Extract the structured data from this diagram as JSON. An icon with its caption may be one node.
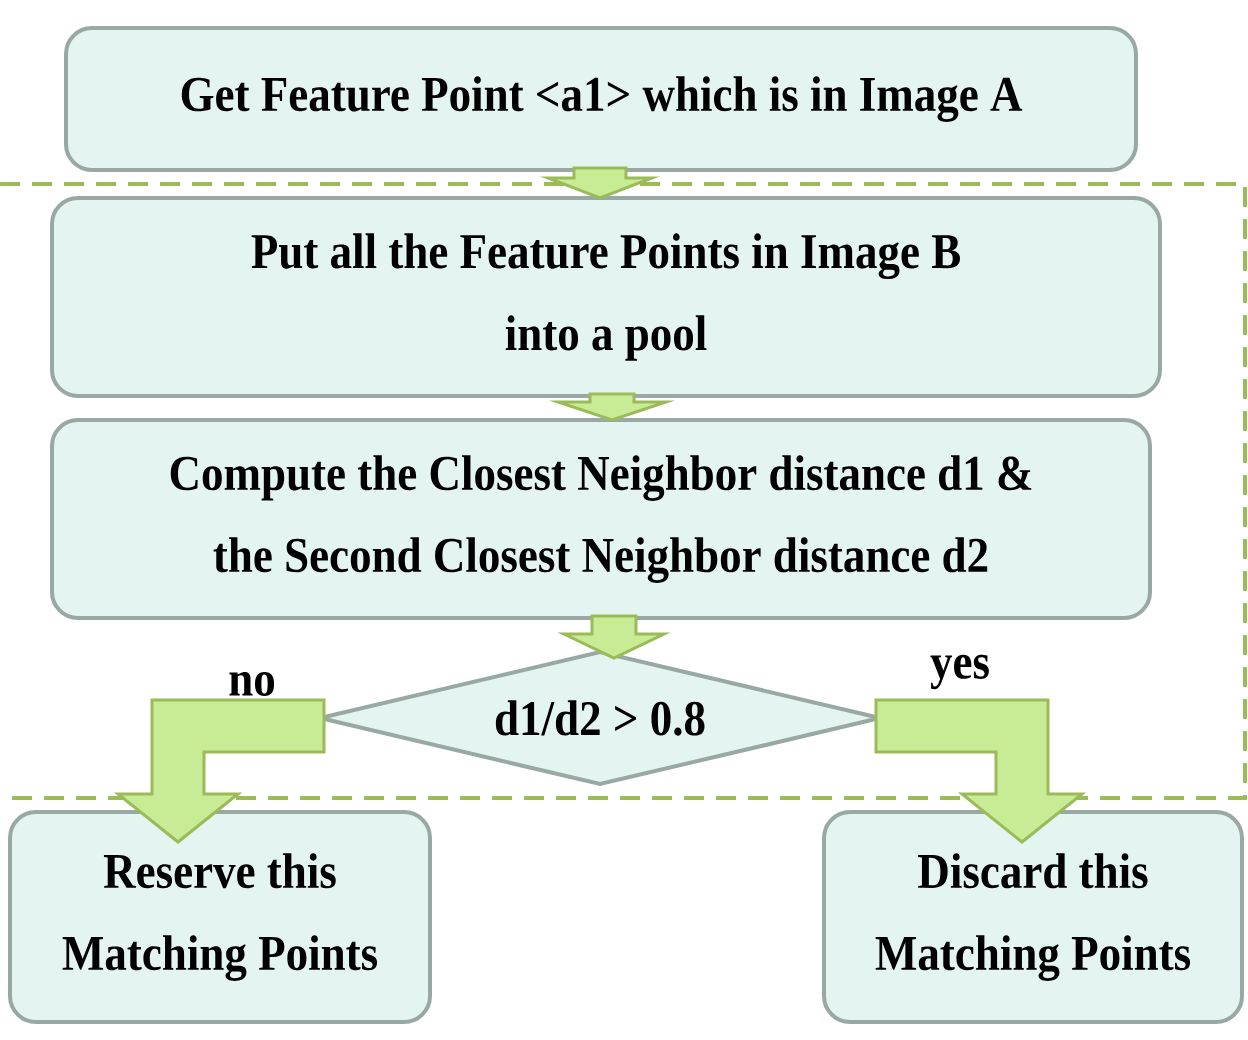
{
  "diagram": {
    "nodes": [
      {
        "text": [
          "Get Feature Point <a1> which is in Image A"
        ]
      },
      {
        "text": [
          "Put all the Feature Points in Image B into a pool"
        ]
      },
      {
        "text": [
          "Compute the Closest Neighbor distance d1 & the Second Closest Neighbor distance d2"
        ]
      },
      {
        "text": [
          "d1/d2 > 0.8"
        ]
      },
      {
        "text": [
          "Reserve this Matching Points"
        ]
      },
      {
        "text": [
          "Discard this Matching Points"
        ]
      }
    ],
    "edges": [
      {
        "from": 0,
        "to": 1,
        "arrow": "to"
      },
      {
        "from": 1,
        "to": 2,
        "arrow": "to"
      },
      {
        "from": 2,
        "to": 3,
        "arrow": "to"
      },
      {
        "from": 3,
        "to": 4,
        "arrow": "to",
        "label": "no"
      },
      {
        "from": 3,
        "to": 5,
        "arrow": "to",
        "label": "yes"
      }
    ]
  }
}
